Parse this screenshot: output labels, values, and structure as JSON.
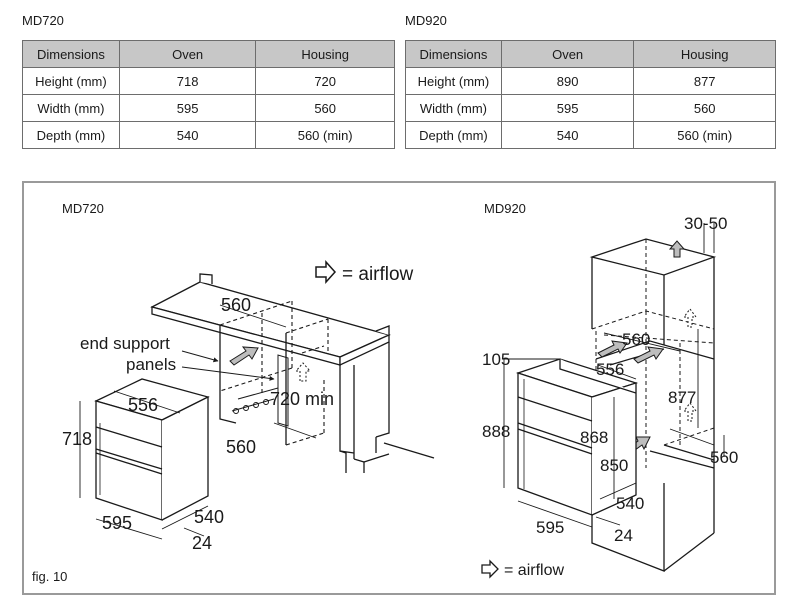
{
  "tables": [
    {
      "title": "MD720",
      "headers": [
        "Dimensions",
        "Oven",
        "Housing"
      ],
      "rows": [
        [
          "Height (mm)",
          "718",
          "720"
        ],
        [
          "Width (mm)",
          "595",
          "560"
        ],
        [
          "Depth (mm)",
          "540",
          "560 (min)"
        ]
      ]
    },
    {
      "title": "MD920",
      "headers": [
        "Dimensions",
        "Oven",
        "Housing"
      ],
      "rows": [
        [
          "Height (mm)",
          "890",
          "877"
        ],
        [
          "Width (mm)",
          "595",
          "560"
        ],
        [
          "Depth (mm)",
          "540",
          "560 (min)"
        ]
      ]
    }
  ],
  "figure": {
    "caption": "fig. 10",
    "left": {
      "title": "MD720",
      "airflow_legend": "= airflow",
      "callout_line1": "end support",
      "callout_line2": "panels",
      "dims": {
        "top_width": "560",
        "housing_height": "720 min",
        "housing_depth": "560",
        "oven_top_width": "556",
        "oven_height": "718",
        "oven_width": "595",
        "oven_depth": "540",
        "bezel": "24"
      }
    },
    "right": {
      "title": "MD920",
      "airflow_legend": "= airflow",
      "dims": {
        "vent_gap": "30-50",
        "housing_width": "560",
        "inner_width": "556",
        "offset": "105",
        "oven_total_height": "888",
        "oven_body_height": "868",
        "housing_height": "877",
        "body_depth": "850",
        "housing_depth": "560",
        "oven_depth": "540",
        "oven_width": "595",
        "bezel": "24"
      }
    },
    "colors": {
      "line": "#1a1a1a",
      "arrow_fill": "#bdbdbd",
      "frame": "#9a9a9a",
      "header_bg": "#c7c7c7"
    }
  }
}
